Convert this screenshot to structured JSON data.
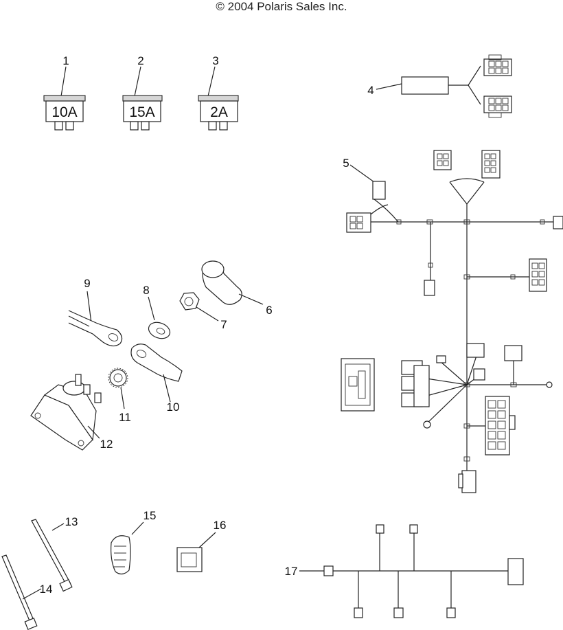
{
  "copyright": "© 2004 Polaris Sales Inc.",
  "fuses": [
    {
      "callout": "1",
      "rating": "10A"
    },
    {
      "callout": "2",
      "rating": "15A"
    },
    {
      "callout": "3",
      "rating": "2A"
    }
  ],
  "callouts": {
    "c4": "4",
    "c5": "5",
    "c6": "6",
    "c7": "7",
    "c8": "8",
    "c9": "9",
    "c10": "10",
    "c11": "11",
    "c12": "12",
    "c13": "13",
    "c14": "14",
    "c15": "15",
    "c16": "16",
    "c17": "17"
  }
}
